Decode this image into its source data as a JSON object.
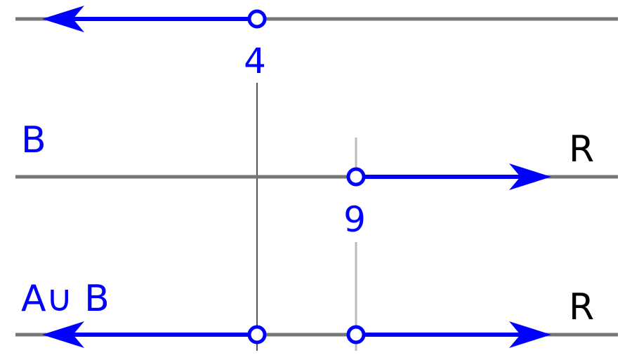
{
  "colors": {
    "set": "#0000ff",
    "axis": "#777777",
    "guide_dark": "#555555",
    "guide_light": "#bbbbbb",
    "text_dark": "#000000"
  },
  "lines": [
    {
      "id": "A",
      "label": "",
      "universe": "R"
    },
    {
      "id": "B",
      "label": "B",
      "universe": "R"
    },
    {
      "id": "AuB",
      "label": "A∪ B",
      "universe": "R"
    }
  ],
  "points": {
    "four": "4",
    "nine": "9"
  }
}
